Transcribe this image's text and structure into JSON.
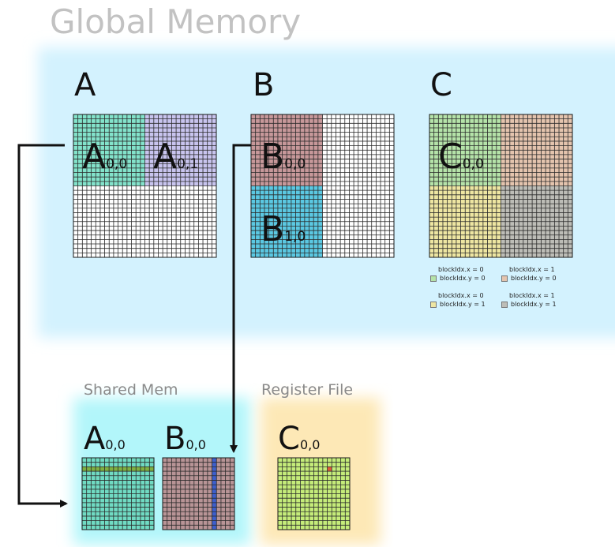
{
  "title": "Global Memory",
  "matrices": {
    "a": {
      "label": "A",
      "tiles": [
        {
          "letter": "A",
          "sub": "0,0"
        },
        {
          "letter": "A",
          "sub": "0,1"
        }
      ]
    },
    "b": {
      "label": "B",
      "tiles": [
        {
          "letter": "B",
          "sub": "0,0"
        },
        {
          "letter": "B",
          "sub": "1,0"
        }
      ]
    },
    "c": {
      "label": "C",
      "tiles": [
        {
          "letter": "C",
          "sub": "0,0"
        }
      ]
    }
  },
  "legend": [
    {
      "line1": "blockIdx.x = 0",
      "line2": "blockIdx.y = 0",
      "color": "#b5e3a9"
    },
    {
      "line1": "blockIdx.x = 1",
      "line2": "blockIdx.y = 0",
      "color": "#e4c4ae"
    },
    {
      "line1": "blockIdx.x = 0",
      "line2": "blockIdx.y = 1",
      "color": "#eee6a2"
    },
    {
      "line1": "blockIdx.x = 1",
      "line2": "blockIdx.y = 1",
      "color": "#bdbdb7"
    }
  ],
  "shared_mem": {
    "label": "Shared Mem",
    "tiles": [
      {
        "letter": "A",
        "sub": "0,0"
      },
      {
        "letter": "B",
        "sub": "0,0"
      }
    ]
  },
  "register_file": {
    "label": "Register File",
    "tiles": [
      {
        "letter": "C",
        "sub": "0,0"
      }
    ]
  },
  "colors": {
    "global_bg": "#d3f2fe",
    "shared_bg": "#b2f6fa",
    "register_bg": "#fde8b6",
    "a_tile": "#83e3cb",
    "a_tile01": "#c8c4ee",
    "b_tile00": "#c7989a",
    "b_tile10": "#5bc8e2",
    "c_tile00": "#b5e3a9",
    "c_tile01": "#e4c4ae",
    "c_tile10": "#eee6a2",
    "c_tile11": "#bdbdb7",
    "shared_a": "#70dbc3",
    "shared_b": "#b89496",
    "register_c": "#c5ec7a",
    "row_highlight": "#7fb042",
    "col_highlight": "#3d5fcc",
    "cell_highlight": "#e05a3a"
  }
}
